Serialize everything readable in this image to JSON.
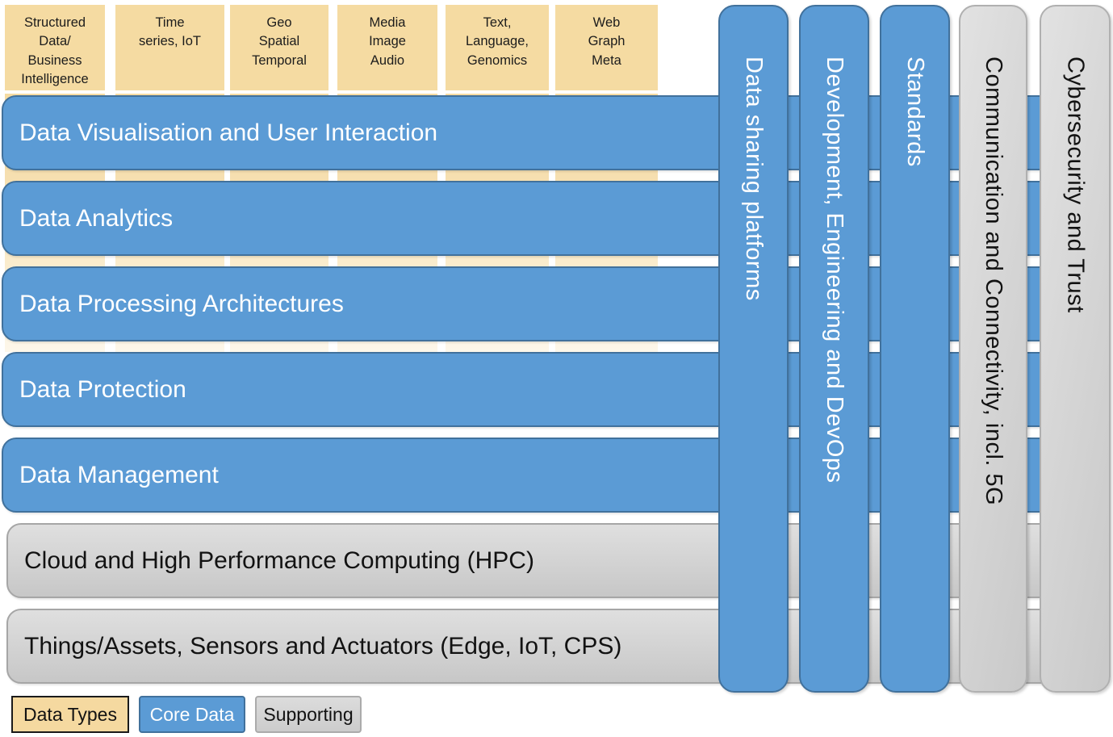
{
  "diagram": {
    "data_types": [
      {
        "lines": [
          "Structured",
          "Data/",
          "Business",
          "Intelligence"
        ]
      },
      {
        "lines": [
          "Time",
          "series, IoT"
        ]
      },
      {
        "lines": [
          "Geo",
          "Spatial",
          "Temporal"
        ]
      },
      {
        "lines": [
          "Media",
          "Image",
          "Audio"
        ]
      },
      {
        "lines": [
          "Text,",
          "Language,",
          "Genomics"
        ]
      },
      {
        "lines": [
          "Web",
          "Graph",
          "Meta"
        ]
      }
    ],
    "core_rows": [
      "Data Visualisation and User Interaction",
      "Data Analytics",
      "Data Processing Architectures",
      "Data Protection",
      "Data Management"
    ],
    "supporting_rows": [
      "Cloud and High Performance Computing (HPC)",
      "Things/Assets, Sensors and Actuators (Edge, IoT, CPS)"
    ],
    "core_columns": [
      "Data sharing platforms",
      "Development, Engineering and DevOps",
      "Standards"
    ],
    "supporting_columns": [
      "Communication and Connectivity, incl. 5G",
      "Cybersecurity and Trust"
    ],
    "legend": {
      "data_types_label": "Data Types",
      "core_label": "Core Data",
      "supporting_label": "Supporting"
    },
    "colors": {
      "data_type_fill": "#F5DBA2",
      "core_fill": "#5B9BD5",
      "core_border": "#41719C",
      "core_text": "#FFFFFF",
      "supporting_fill": "#D2D2D2",
      "supporting_border": "#A6A6A6",
      "text_default": "#1A1A1A"
    }
  }
}
